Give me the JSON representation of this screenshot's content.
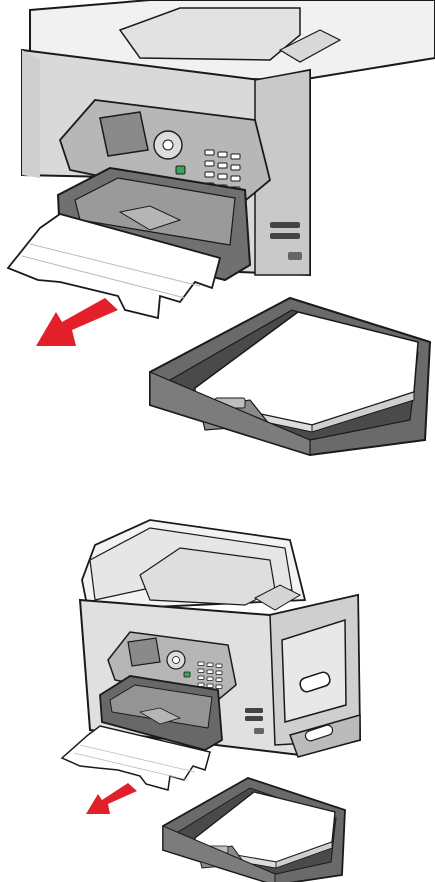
{
  "illustration": {
    "panels": [
      {
        "id": "top-panel",
        "subject": "printer-closeup-paper-jam-tray-removed"
      },
      {
        "id": "bottom-panel",
        "subject": "printer-full-view-paper-jam-tray-removed"
      }
    ],
    "colors": {
      "arrow": "#e3202a",
      "printer_light": "#e6e6e6",
      "printer_mid": "#c8c8c8",
      "printer_dark": "#5a5a5a",
      "outline": "#1a1a1a",
      "paper": "#ffffff",
      "screen": "#8a8a8a",
      "panel_button_green": "#3aa65a"
    },
    "icons": [
      "arrow-icon",
      "paper-sheet-icon",
      "paper-tray-icon",
      "printer-icon"
    ]
  }
}
